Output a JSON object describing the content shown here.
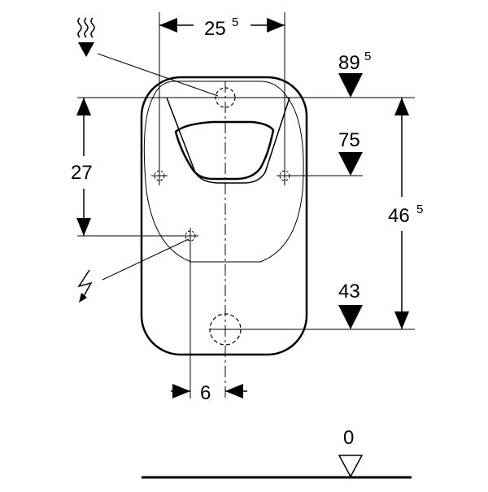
{
  "dimensions": {
    "top_width": {
      "main": "25",
      "sup": "5"
    },
    "left_height": "27",
    "bottom_offset": "6",
    "right_height": {
      "main": "46",
      "sup": "5"
    }
  },
  "levels": {
    "top": {
      "main": "89",
      "sup": "5"
    },
    "middle": "75",
    "lower": "43",
    "floor": "0"
  },
  "icons": [
    "water-supply-icon",
    "electrical-connection-icon"
  ],
  "colors": {
    "line": "#000000",
    "background": "#ffffff"
  }
}
